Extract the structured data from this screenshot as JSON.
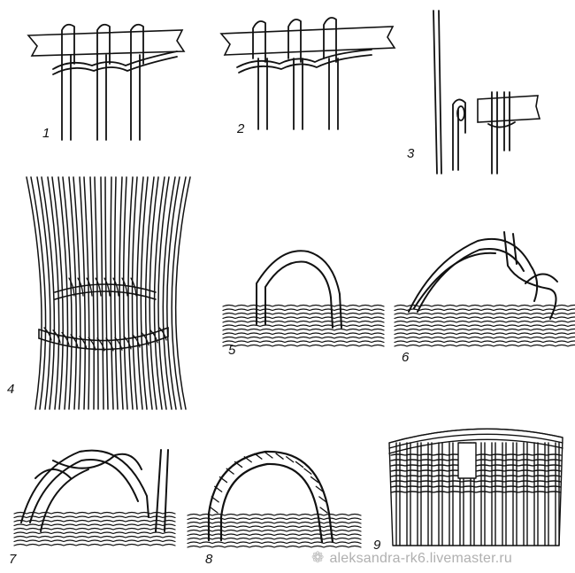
{
  "figures": [
    {
      "id": "fig-1",
      "label": "1"
    },
    {
      "id": "fig-2",
      "label": "2"
    },
    {
      "id": "fig-3",
      "label": "3"
    },
    {
      "id": "fig-4",
      "label": "4"
    },
    {
      "id": "fig-5",
      "label": "5"
    },
    {
      "id": "fig-6",
      "label": "6"
    },
    {
      "id": "fig-7",
      "label": "7"
    },
    {
      "id": "fig-8",
      "label": "8"
    },
    {
      "id": "fig-9",
      "label": "9"
    }
  ],
  "watermark": {
    "icon": "flower-icon",
    "text": "aleksandra-rk6.livemaster.ru",
    "color": "#b0b0b0"
  },
  "colors": {
    "ink": "#111111",
    "paper": "#ffffff"
  }
}
